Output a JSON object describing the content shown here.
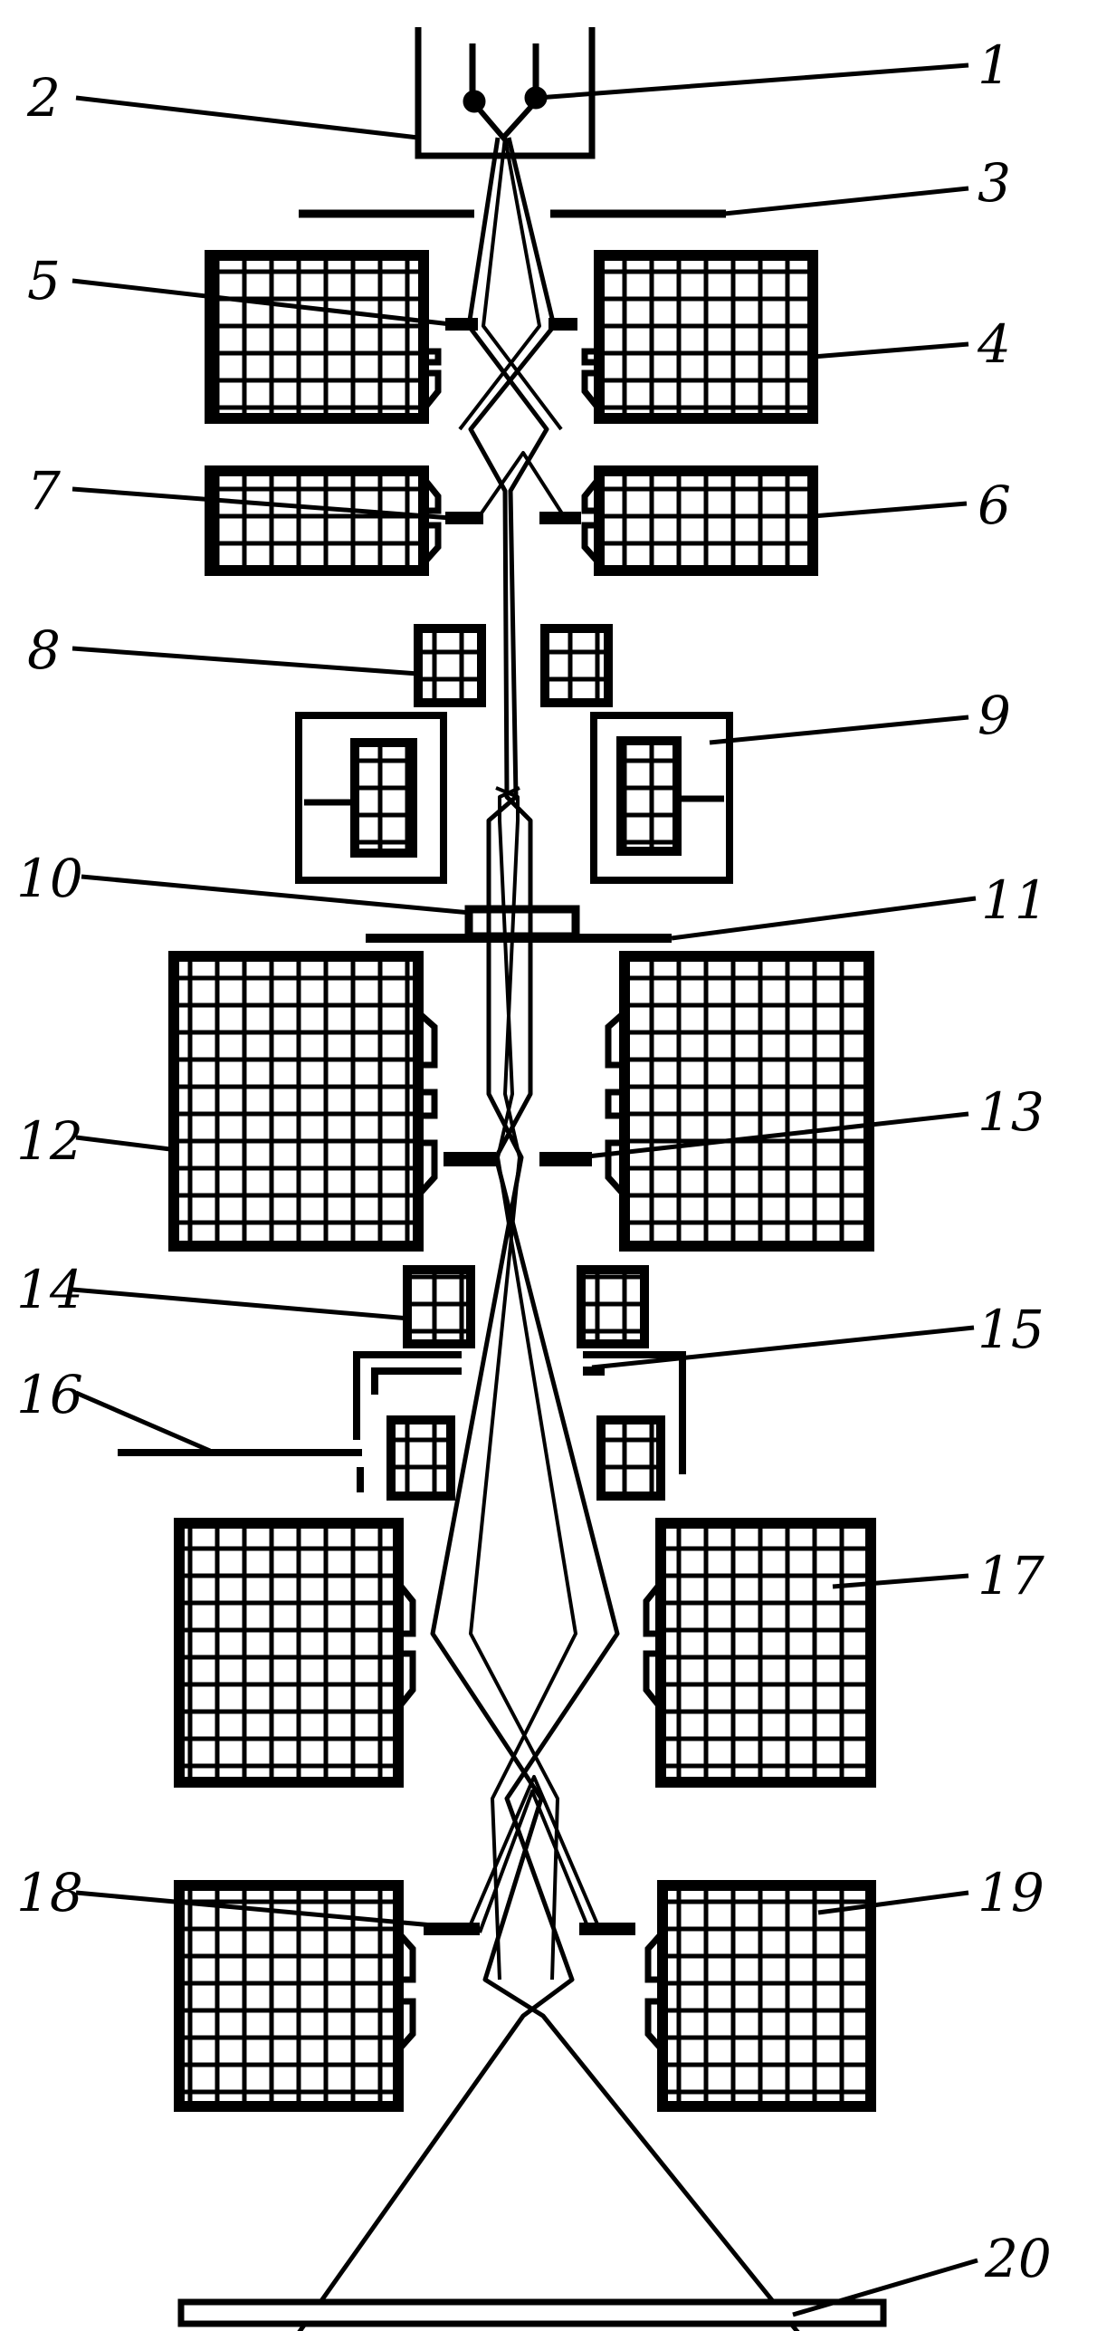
{
  "figure": {
    "callouts": [
      {
        "id": "1",
        "text": "1"
      },
      {
        "id": "2",
        "text": "2"
      },
      {
        "id": "3",
        "text": "3"
      },
      {
        "id": "4",
        "text": "4"
      },
      {
        "id": "5",
        "text": "5"
      },
      {
        "id": "6",
        "text": "6"
      },
      {
        "id": "7",
        "text": "7"
      },
      {
        "id": "8",
        "text": "8"
      },
      {
        "id": "9",
        "text": "9"
      },
      {
        "id": "10",
        "text": "10"
      },
      {
        "id": "11",
        "text": "11"
      },
      {
        "id": "12",
        "text": "12"
      },
      {
        "id": "13",
        "text": "13"
      },
      {
        "id": "14",
        "text": "14"
      },
      {
        "id": "15",
        "text": "15"
      },
      {
        "id": "16",
        "text": "16"
      },
      {
        "id": "17",
        "text": "17"
      },
      {
        "id": "18",
        "text": "18"
      },
      {
        "id": "19",
        "text": "19"
      },
      {
        "id": "20",
        "text": "20"
      }
    ]
  }
}
